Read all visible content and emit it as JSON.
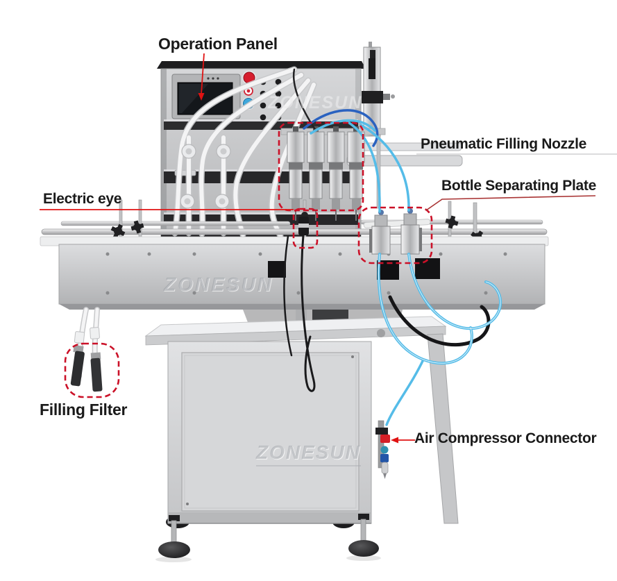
{
  "page": {
    "type": "annotated product photo of a pneumatic liquid filling machine",
    "background": "#ffffff"
  },
  "labels": {
    "operation_panel": "Operation Panel",
    "pneumatic_filling_nozzle": "Pneumatic Filling Nozzle",
    "bottle_separating_plate": "Bottle Separating Plate",
    "electric_eye": "Electric eye",
    "filling_filter": "Filling Filter",
    "air_compressor_connector": "Air Compressor Connector"
  },
  "watermarks": {
    "panel": "ZONESUN",
    "conveyor": "ZONESUN",
    "cabinet": "ZONESUN"
  },
  "colors": {
    "annotation_red": "#e01212",
    "dashed_box_red": "#cb1128",
    "underline_red": "#a83232",
    "label_text": "#1a1a1a",
    "machine_light_gray": "#d5d6d8",
    "machine_dark_band": "#28282a",
    "button_red": "#d61e2e",
    "button_blue": "#3fa8dc",
    "tube_blue_light": "#55bce8",
    "tube_blue_dark": "#2a62c0"
  }
}
